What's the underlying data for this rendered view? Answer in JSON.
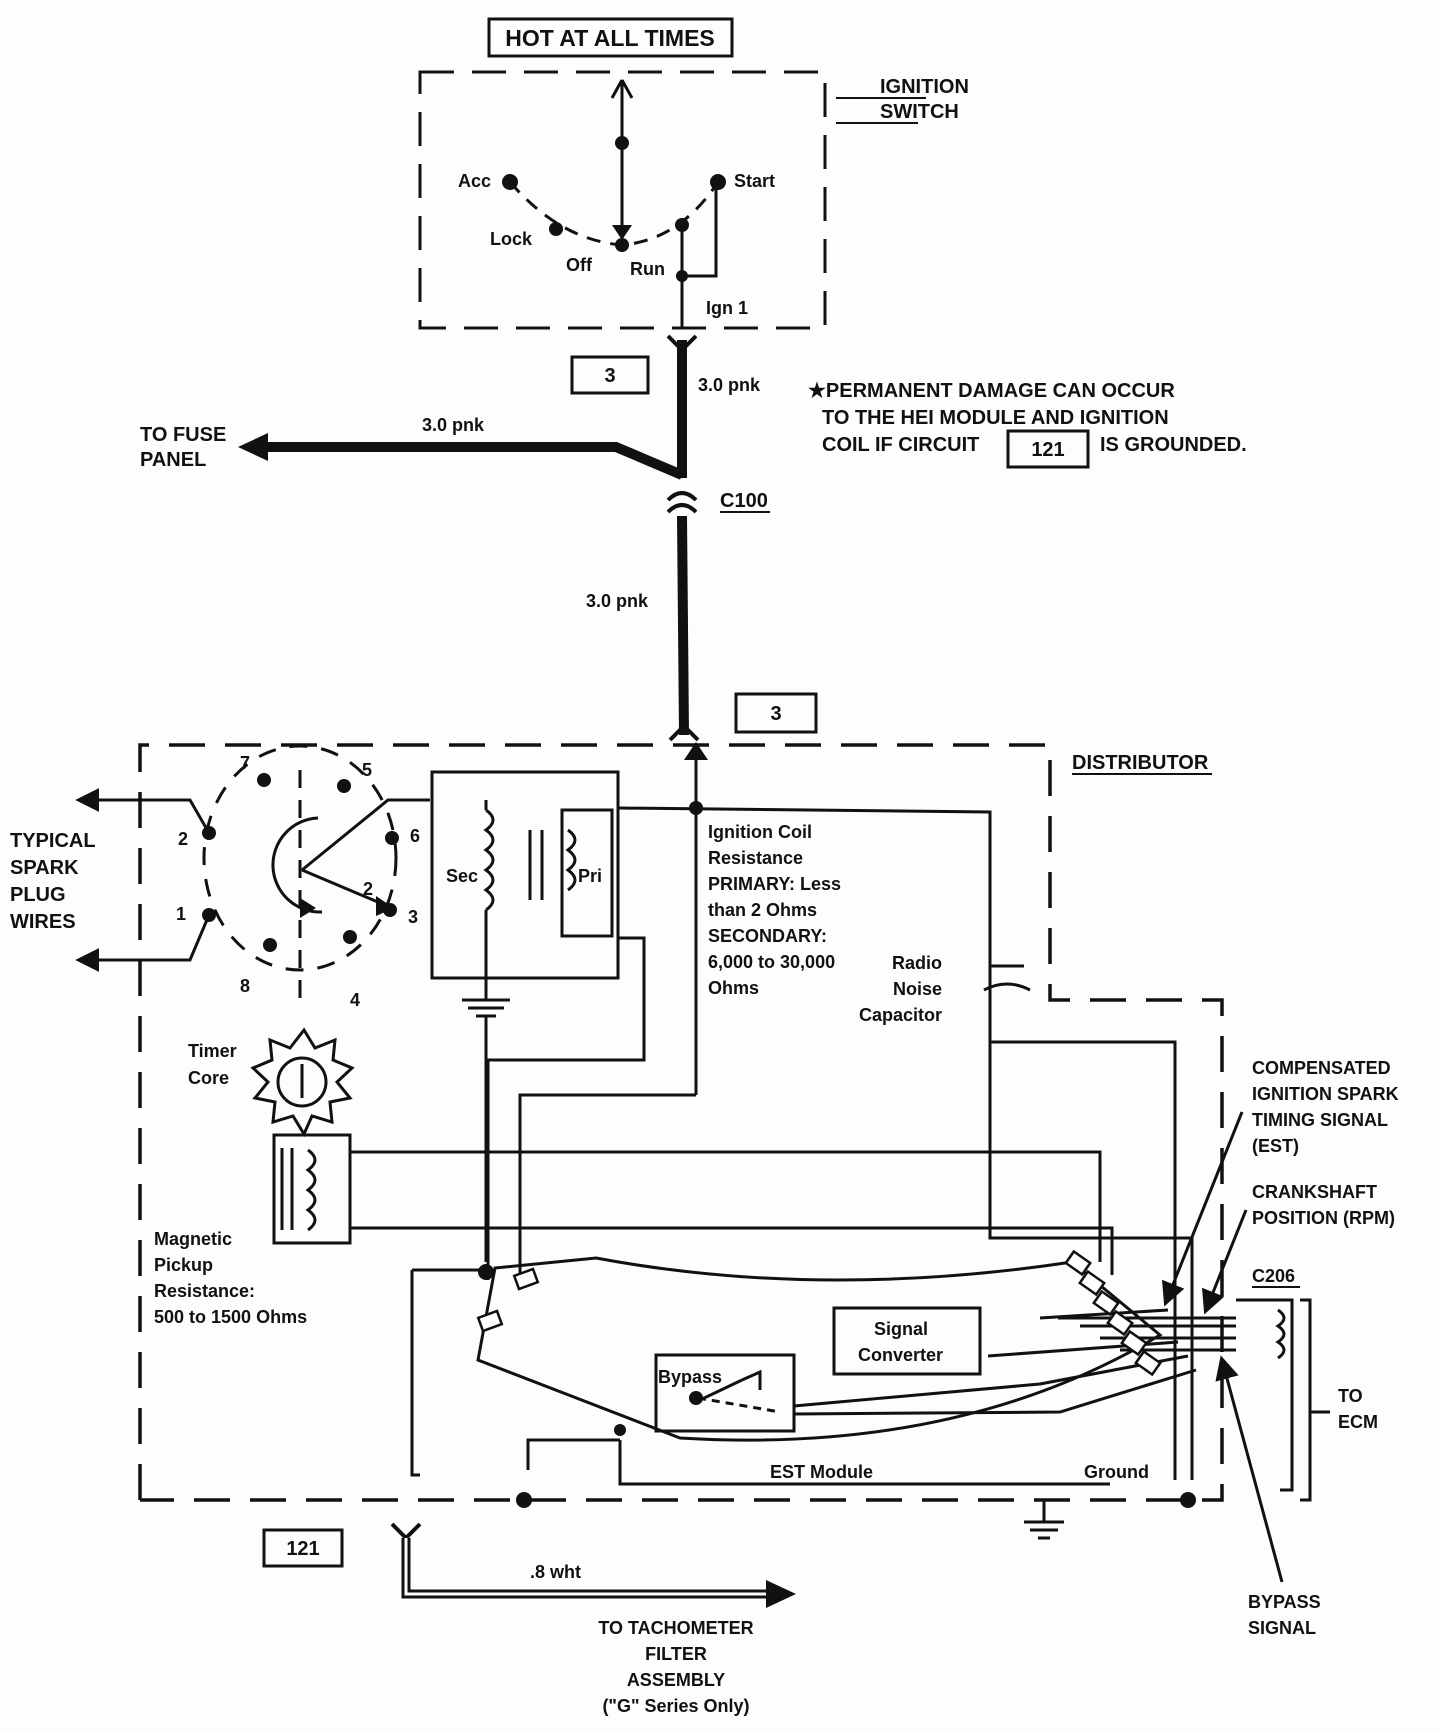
{
  "header_box": "HOT AT ALL TIMES",
  "ignition_switch": {
    "title_l1": "IGNITION",
    "title_l2": "SWITCH",
    "acc": "Acc",
    "lock": "Lock",
    "off": "Off",
    "run": "Run",
    "start": "Start",
    "ign": "Ign 1"
  },
  "circuits": {
    "top": "3",
    "distributor": "3",
    "tach": "121",
    "warning_ref": "121"
  },
  "wires": {
    "upper": "3.0 pnk",
    "fuse_branch": "3.0 pnk",
    "lower": "3.0 pnk",
    "tach": ".8 wht"
  },
  "fuse_panel": {
    "l1": "TO FUSE",
    "l2": "PANEL"
  },
  "warning": {
    "l1": "★PERMANENT DAMAGE CAN OCCUR",
    "l2": "TO THE HEI MODULE AND IGNITION",
    "l3_pre": "COIL IF CIRCUIT",
    "l3_post": "IS GROUNDED."
  },
  "connector_c100": "C100",
  "distributor_label": "DISTRIBUTOR",
  "spark_plugs": {
    "l1": "TYPICAL",
    "l2": "SPARK",
    "l3": "PLUG",
    "l4": "WIRES"
  },
  "cap_numbers": [
    "7",
    "5",
    "2",
    "6",
    "1",
    "3",
    "8",
    "4"
  ],
  "rotor_num": "2",
  "coil": {
    "sec": "Sec",
    "pri": "Pri",
    "resistance": [
      "Ignition Coil",
      "Resistance",
      "PRIMARY: Less",
      "than 2 Ohms",
      "SECONDARY:",
      "6,000 to 30,000",
      "Ohms"
    ]
  },
  "radio_cap": [
    "Radio",
    "Noise",
    "Capacitor"
  ],
  "timer_core": [
    "Timer",
    "Core"
  ],
  "pickup": [
    "Magnetic",
    "Pickup",
    "Resistance:",
    "500 to 1500 Ohms"
  ],
  "module": {
    "signal_converter_l1": "Signal",
    "signal_converter_l2": "Converter",
    "bypass": "Bypass",
    "est_module": "EST Module",
    "ground": "Ground"
  },
  "right_labels": {
    "est": [
      "COMPENSATED",
      "IGNITION SPARK",
      "TIMING SIGNAL",
      "(EST)"
    ],
    "rpm": [
      "CRANKSHAFT",
      "POSITION (RPM)"
    ],
    "c206": "C206",
    "ecm": [
      "TO",
      "ECM"
    ],
    "bypass_signal": [
      "BYPASS",
      "SIGNAL"
    ]
  },
  "tach_dest": [
    "TO TACHOMETER",
    "FILTER",
    "ASSEMBLY",
    "(\"G\" Series Only)"
  ]
}
